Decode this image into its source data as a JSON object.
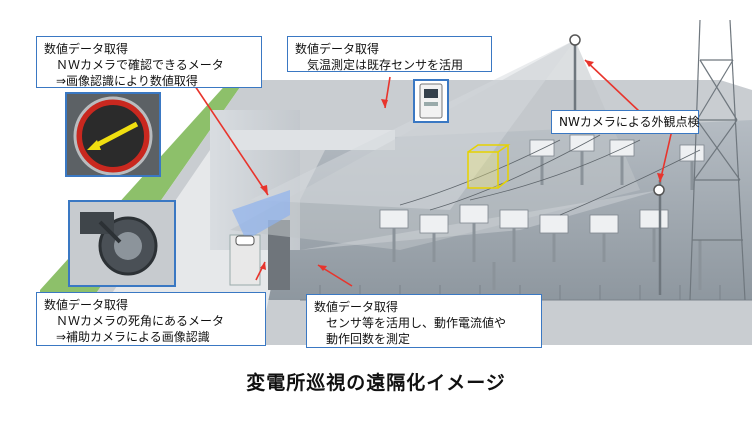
{
  "callouts": {
    "top_left": {
      "title": "数値データ取得",
      "line1": "ＮＷカメラで確認できるメータ",
      "line2": "⇒画像認識により数値取得"
    },
    "top_center": {
      "title": "数値データ取得",
      "line1": "気温測定は既存センサを活用"
    },
    "right": {
      "title": "NWカメラによる外観点検"
    },
    "bottom_left": {
      "title": "数値データ取得",
      "line1": "ＮＷカメラの死角にあるメータ",
      "line2": "⇒補助カメラによる画像認識"
    },
    "bottom_center": {
      "title": "数値データ取得",
      "line1": "センサ等を活用し、動作電流値や",
      "line2": "動作回数を測定"
    }
  },
  "caption": "変電所巡視の遠隔化イメージ",
  "colors": {
    "callout_border": "#3a78c3",
    "arrow": "#e8342c",
    "floor": "#9aa3ab",
    "grass": "#8dc06a",
    "camera_beam": "#bfc4c9"
  }
}
